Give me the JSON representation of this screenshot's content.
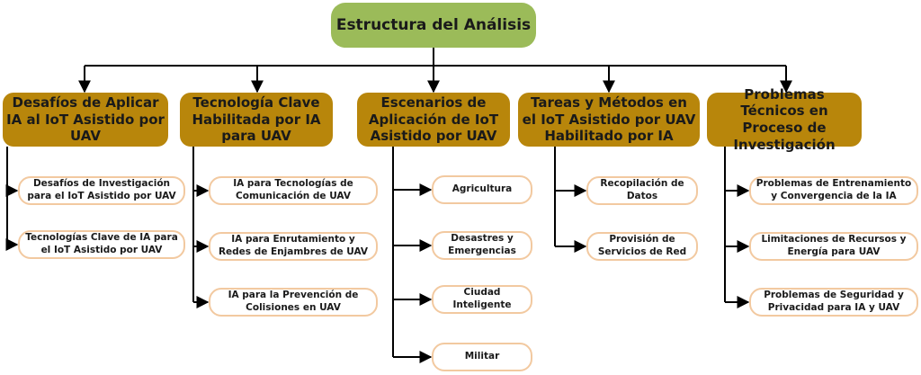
{
  "root": {
    "label": "Estructura del Análisis"
  },
  "categories": [
    {
      "label": "Desafíos de Aplicar IA al IoT Asistido por UAV",
      "children": [
        "Desafíos de Investigación para el IoT Asistido por UAV",
        "Tecnologías Clave de IA para el IoT Asistido por UAV"
      ]
    },
    {
      "label": "Tecnología Clave Habilitada por IA para UAV",
      "children": [
        "IA para Tecnologías de Comunicación de UAV",
        "IA para Enrutamiento y Redes de Enjambres de UAV",
        "IA para la Prevención de Colisiones en UAV"
      ]
    },
    {
      "label": "Escenarios de Aplicación de IoT Asistido por UAV",
      "children": [
        "Agricultura",
        "Desastres y Emergencias",
        "Ciudad Inteligente",
        "Militar"
      ]
    },
    {
      "label": "Tareas y Métodos en el IoT Asistido por UAV Habilitado por IA",
      "children": [
        "Recopilación de Datos",
        "Provisión de Servicios de Red"
      ]
    },
    {
      "label": "Problemas Técnicos en Proceso de Investigación",
      "children": [
        "Problemas de Entrenamiento y Convergencia de la IA",
        "Limitaciones de Recursos y Energía para UAV",
        "Problemas de Seguridad y Privacidad para IA y UAV"
      ]
    }
  ],
  "colors": {
    "root_fill": "#9bbb59",
    "category_fill": "#b8860b",
    "leaf_border": "#f2c9a0",
    "connector": "#000000"
  }
}
